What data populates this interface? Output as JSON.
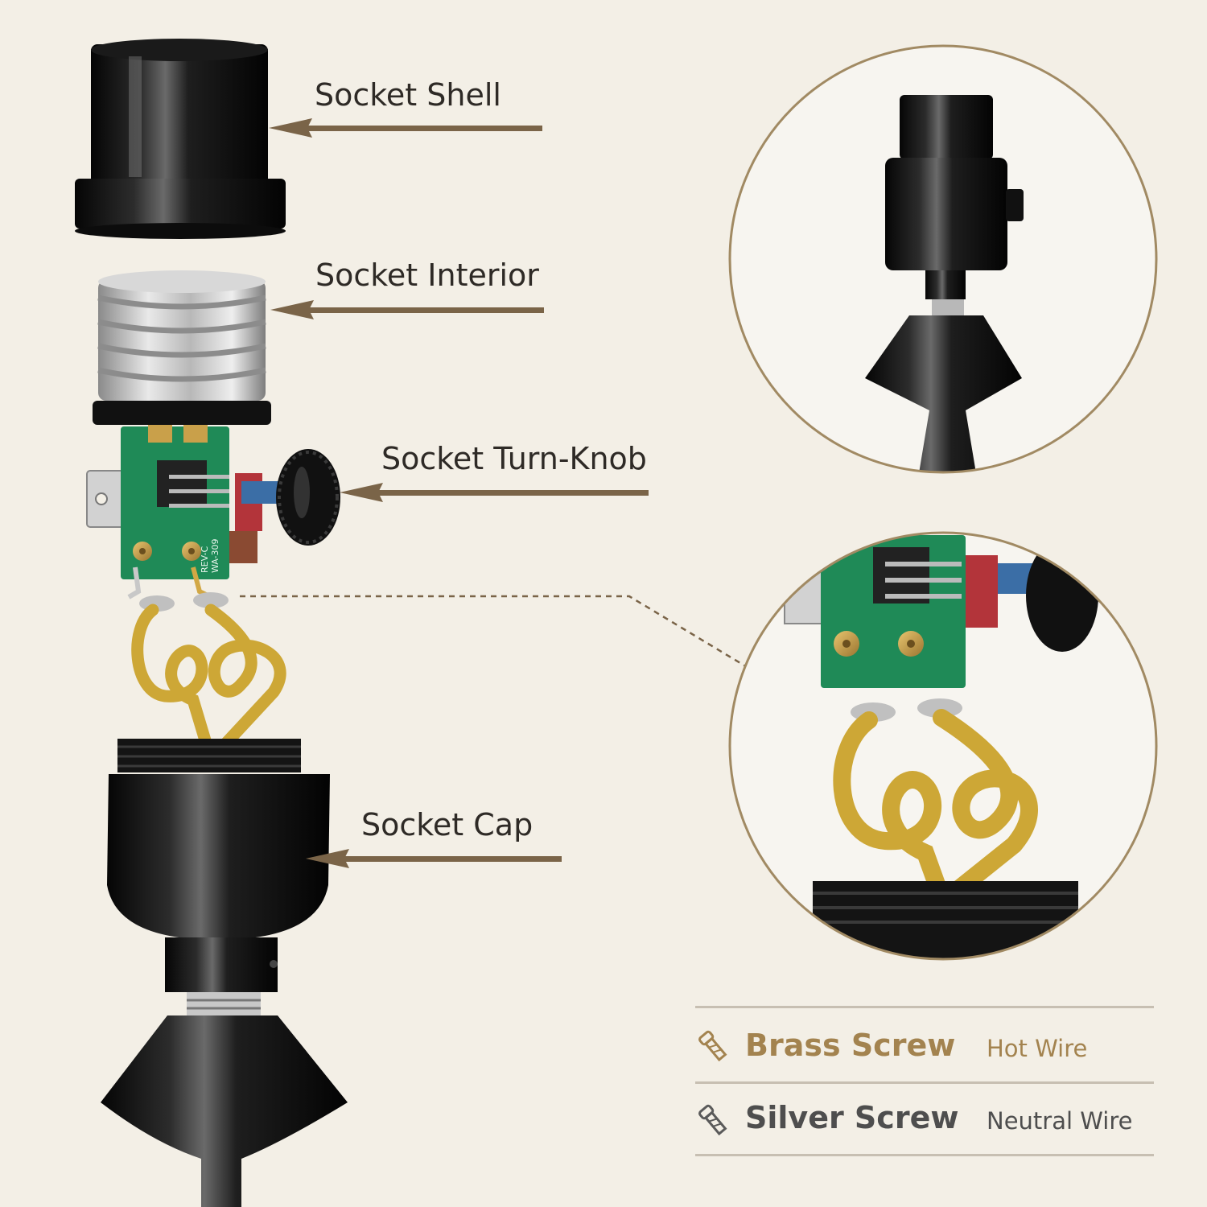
{
  "colors": {
    "background": "#f3efe6",
    "arrow": "#7a6448",
    "circle_border": "#a18a63",
    "brass": "#a3834f",
    "silver": "#4e4e4e",
    "wire": "#cda736",
    "black_part": "#111111"
  },
  "labels": {
    "socket_shell": "Socket Shell",
    "socket_interior": "Socket Interior",
    "socket_turn_knob": "Socket Turn-Knob",
    "socket_cap": "Socket Cap"
  },
  "board_markings": {
    "rev": "REV-C",
    "model": "WA-309"
  },
  "legend": {
    "brass_screw": {
      "title": "Brass Screw",
      "desc": "Hot Wire",
      "icon": "brass-screw-icon"
    },
    "silver_screw": {
      "title": "Silver Screw",
      "desc": "Neutral Wire",
      "icon": "silver-screw-icon"
    }
  }
}
